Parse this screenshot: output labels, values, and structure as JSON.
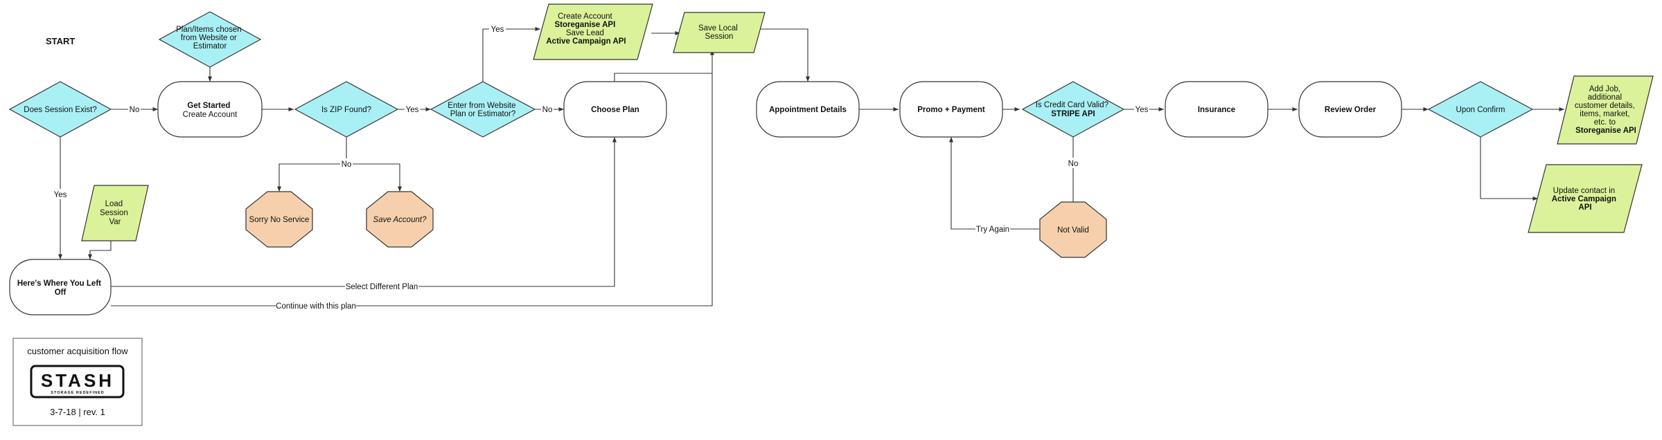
{
  "start_label": "START",
  "nodes": {
    "session_exist": {
      "lines": [
        "Does Session Exist?"
      ]
    },
    "plan_items": {
      "lines": [
        "Plan/Items chosen",
        "from Website or",
        "Estimator"
      ]
    },
    "get_started": {
      "lines": [
        "Get Started",
        "Create Account"
      ]
    },
    "zip_found": {
      "lines": [
        "Is ZIP Found?"
      ]
    },
    "enter_from": {
      "lines": [
        "Enter from Website",
        "Plan or Estimator?"
      ]
    },
    "create_account_io": {
      "lines": [
        "Create Account",
        "Storeganise API",
        "",
        "Save Lead",
        "Active Campaign API"
      ]
    },
    "choose_plan": {
      "lines": [
        "Choose Plan"
      ]
    },
    "save_local": {
      "lines": [
        "Save Local",
        "Session"
      ]
    },
    "appointment": {
      "lines": [
        "Appointment Details"
      ]
    },
    "promo": {
      "lines": [
        "Promo + Payment"
      ]
    },
    "card_valid": {
      "lines": [
        "Is Credit Card Valid?",
        "STRIPE API"
      ]
    },
    "insurance": {
      "lines": [
        "Insurance"
      ]
    },
    "review": {
      "lines": [
        "Review Order"
      ]
    },
    "upon_confirm": {
      "lines": [
        "Upon Confirm"
      ]
    },
    "add_job": {
      "lines": [
        "Add Job,",
        "additional",
        "customer details,",
        "items, market,",
        "etc. to",
        "Storeganise API"
      ]
    },
    "update_contact": {
      "lines": [
        "Update contact in",
        "Active Campaign",
        "API"
      ]
    },
    "load_session": {
      "lines": [
        "Load",
        "Session",
        "Var"
      ]
    },
    "left_off": {
      "lines": [
        "Here's Where You Left",
        "Off"
      ]
    },
    "no_service": {
      "lines": [
        "Sorry No Service"
      ]
    },
    "save_account": {
      "lines": [
        "Save Account?"
      ]
    },
    "not_valid": {
      "lines": [
        "Not Valid"
      ]
    }
  },
  "edge_labels": {
    "no1": "No",
    "yes_session": "Yes",
    "yes_zip": "Yes",
    "no_zip": "No",
    "yes_enter": "Yes",
    "no_enter": "No",
    "yes_card": "Yes",
    "no_card": "No",
    "try_again": "Try Again",
    "select_plan": "Select Different Plan",
    "continue_plan": "Continue with this plan"
  },
  "legend": {
    "title": "customer acquisition flow",
    "logo_text": "STASH",
    "logo_tagline": "STORAGE REDEFINED",
    "footer": "3-7-18 | rev. 1"
  },
  "colors": {
    "decision": "#a9f0f5",
    "io": "#dbf29a",
    "terminal_stop": "#f6d0ad",
    "process": "#ffffff"
  }
}
